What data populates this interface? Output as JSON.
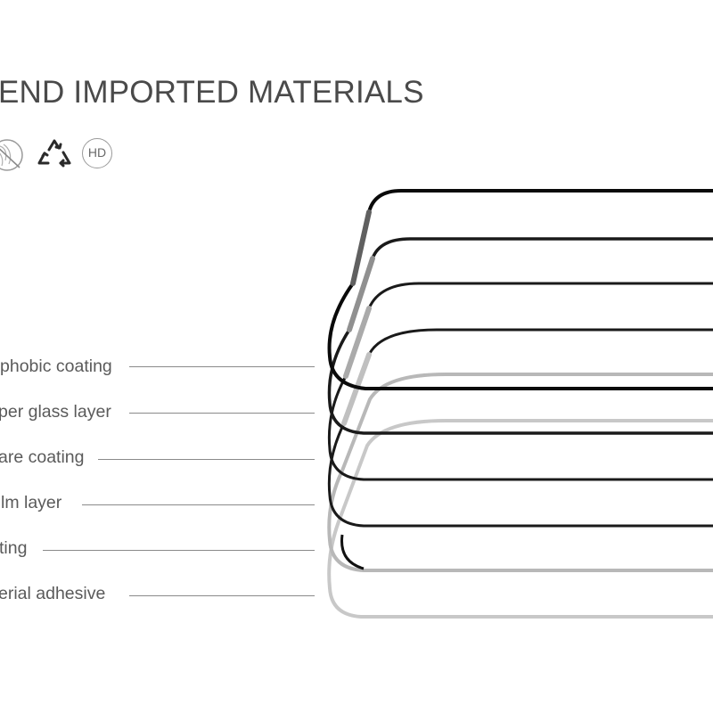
{
  "header": {
    "title": "END IMPORTED MATERIALS",
    "badges": [
      {
        "icon": "anti-fingerprint-icon"
      },
      {
        "icon": "recycle-icon"
      },
      {
        "icon": "hd-icon",
        "label": "HD"
      }
    ]
  },
  "layers": [
    {
      "label": "phobic coating"
    },
    {
      "label": "per glass layer"
    },
    {
      "label": "are coating"
    },
    {
      "label": "lm layer"
    },
    {
      "label": "ting"
    },
    {
      "label": "erial adhesive"
    }
  ]
}
